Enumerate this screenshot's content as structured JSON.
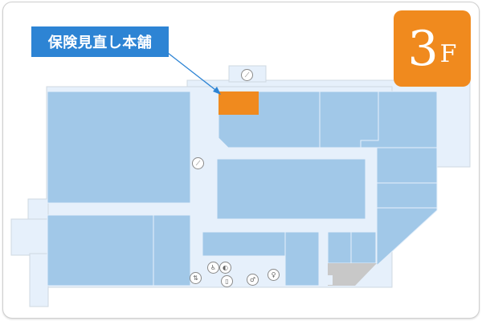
{
  "store_label": "保険見直し本舗",
  "floor": {
    "number": "3",
    "unit": "F"
  },
  "colors": {
    "shop": "#a1c8e8",
    "corridor": "#e6f0fb",
    "highlight": "#f08a1e",
    "label_bg": "#2d84d4",
    "service": "#c8c8c8"
  },
  "icons": {
    "escalator_top": "escalator-icon",
    "escalator_left": "escalator-icon",
    "elevator": "elevator-icon",
    "wheelchair": "wheelchair-icon",
    "baby_care": "baby-care-icon",
    "multipurpose": "multipurpose-toilet-icon",
    "male_toilet": "male-toilet-icon",
    "female_toilet": "female-toilet-icon"
  },
  "icon_glyphs": {
    "escalator": "⟋",
    "elevator": "⇅",
    "wheelchair": "♿",
    "baby": "◐",
    "multipurpose": "▯",
    "male": "♂",
    "female": "♀"
  }
}
